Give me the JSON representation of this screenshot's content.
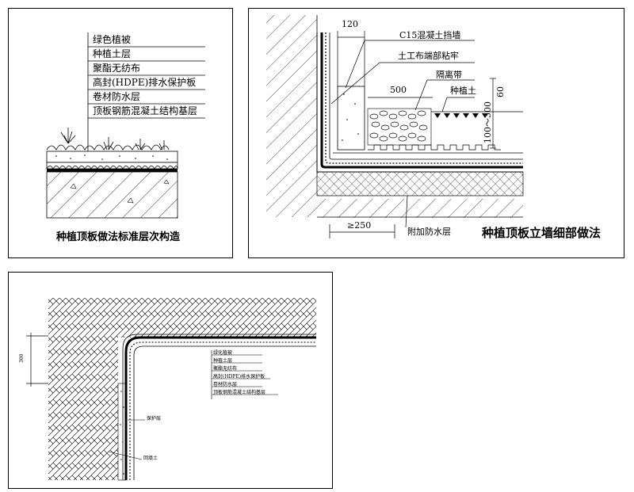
{
  "panel1": {
    "layers": [
      "绿色植被",
      "种植土层",
      "聚酯无纺布",
      "高封(HDPE)排水保护板",
      "卷材防水层",
      "顶板钢筋混凝土结构基层"
    ],
    "caption": "种植顶板做法标准层次构造"
  },
  "panel2": {
    "dim_top": "120",
    "label_wall": "C15混凝土挡墙",
    "label_fabric": "土工布端部粘牢",
    "label_isolation": "隔离带",
    "dim_500": "500",
    "label_soil": "种植土",
    "dim_side": "100～300",
    "dim_60": "60",
    "dim_250": "≥250",
    "label_extra": "附加防水层",
    "caption": "种植顶板立墙细部做法"
  },
  "panel3": {
    "dim_left": "300",
    "layers": [
      "绿化植被",
      "种植土层",
      "聚酯无纺布",
      "高封(HDPE)排水保护板",
      "卷材防水层",
      "顶板钢筋混凝土结构基层"
    ],
    "label_protect": "保护层",
    "label_backfill": "回填土"
  }
}
